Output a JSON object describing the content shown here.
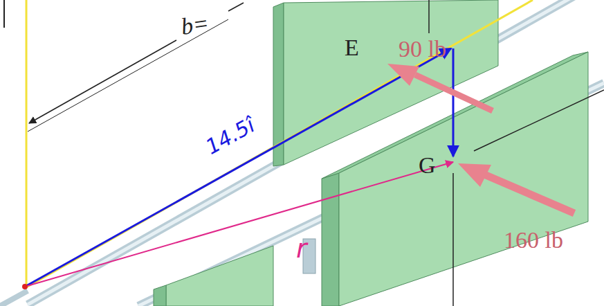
{
  "diagram": {
    "labels": [
      "b=",
      "E",
      "90 lb",
      "14.5î",
      "G",
      "160 lb",
      "r"
    ]
  }
}
